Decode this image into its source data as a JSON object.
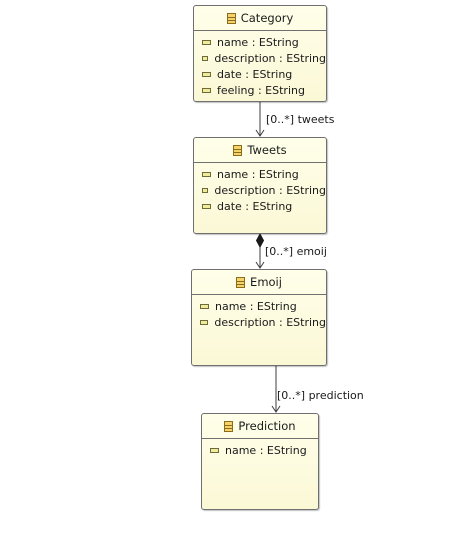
{
  "classes": [
    {
      "name": "Category",
      "attributes": [
        "name : EString",
        "description : EString",
        "date : EString",
        "feeling : EString"
      ]
    },
    {
      "name": "Tweets",
      "attributes": [
        "name : EString",
        "description : EString",
        "date : EString"
      ]
    },
    {
      "name": "Emoij",
      "attributes": [
        "name : EString",
        "description : EString"
      ]
    },
    {
      "name": "Prediction",
      "attributes": [
        "name : EString"
      ]
    }
  ],
  "references": [
    {
      "label": "[0..*] tweets",
      "kind": "association"
    },
    {
      "label": "[0..*] emoij",
      "kind": "composition"
    },
    {
      "label": "[0..*] prediction",
      "kind": "association"
    }
  ],
  "colors": {
    "class_fill_top": "#ffffea",
    "class_fill_bottom": "#fbf8d6",
    "border": "#6f6f6f",
    "edge": "#3c3c3c"
  }
}
